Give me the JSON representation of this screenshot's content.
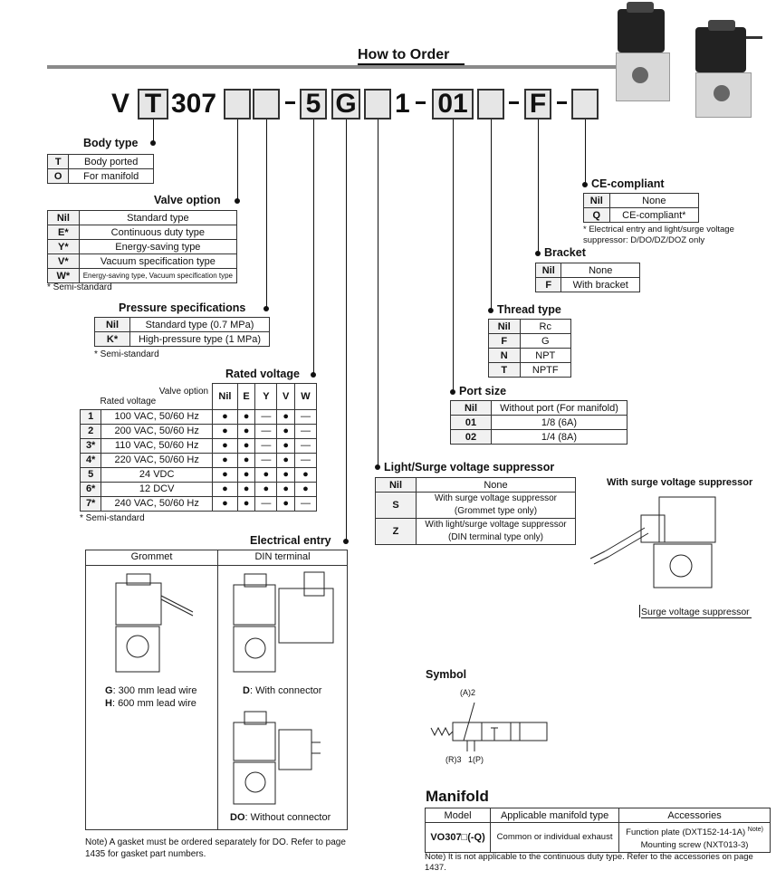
{
  "header": {
    "title": "How to Order"
  },
  "code": {
    "v": "V",
    "t": "T",
    "series": "307",
    "sep1": "-",
    "v5": "5",
    "g": "G",
    "one": "1",
    "sep2": "-",
    "port": "01",
    "sep3": "-",
    "f": "F",
    "sep4": "-"
  },
  "body_type": {
    "title": "Body type",
    "rows": [
      [
        "T",
        "Body ported"
      ],
      [
        "O",
        "For manifold"
      ]
    ]
  },
  "valve_option": {
    "title": "Valve option",
    "rows": [
      [
        "Nil",
        "Standard type"
      ],
      [
        "E*",
        "Continuous duty type"
      ],
      [
        "Y*",
        "Energy-saving type"
      ],
      [
        "V*",
        "Vacuum specification type"
      ],
      [
        "W*",
        "Energy-saving type, Vacuum specification type"
      ]
    ],
    "note": "* Semi-standard"
  },
  "pressure": {
    "title": "Pressure specifications",
    "rows": [
      [
        "Nil",
        "Standard type (0.7 MPa)"
      ],
      [
        "K*",
        "High-pressure type (1 MPa)"
      ]
    ],
    "note": "* Semi-standard"
  },
  "rated_voltage": {
    "title": "Rated voltage",
    "corner_top": "Valve option",
    "corner_bottom": "Rated voltage",
    "cols": [
      "Nil",
      "E",
      "Y",
      "V",
      "W"
    ],
    "rows": [
      [
        "1",
        "100 VAC, 50/60 Hz",
        "●",
        "●",
        "—",
        "●",
        "—"
      ],
      [
        "2",
        "200 VAC, 50/60 Hz",
        "●",
        "●",
        "—",
        "●",
        "—"
      ],
      [
        "3*",
        "110 VAC, 50/60 Hz",
        "●",
        "●",
        "—",
        "●",
        "—"
      ],
      [
        "4*",
        "220 VAC, 50/60 Hz",
        "●",
        "●",
        "—",
        "●",
        "—"
      ],
      [
        "5",
        "24 VDC",
        "●",
        "●",
        "●",
        "●",
        "●"
      ],
      [
        "6*",
        "12 DCV",
        "●",
        "●",
        "●",
        "●",
        "●"
      ],
      [
        "7*",
        "240 VAC, 50/60 Hz",
        "●",
        "●",
        "—",
        "●",
        "—"
      ]
    ],
    "note": "* Semi-standard"
  },
  "electrical_entry": {
    "title": "Electrical entry",
    "col1": "Grommet",
    "col2": "DIN terminal",
    "g_key": "G",
    "g_text": ": 300 mm lead wire",
    "h_key": "H",
    "h_text": ": 600 mm lead wire",
    "d_key": "D",
    "d_text": ": With connector",
    "do_key": "DO",
    "do_text": ": Without connector",
    "note": "Note) A gasket must be ordered separately for DO. Refer to page 1435 for gasket part numbers."
  },
  "light": {
    "title": "Light/Surge voltage suppressor",
    "rows": [
      [
        "Nil",
        "None"
      ],
      [
        "S",
        "With surge voltage suppressor (Grommet type only)"
      ],
      [
        "Z",
        "With light/surge voltage suppressor (DIN terminal type only)"
      ]
    ]
  },
  "port_size": {
    "title": "Port size",
    "rows": [
      [
        "Nil",
        "Without port (For manifold)"
      ],
      [
        "01",
        "1/8 (6A)"
      ],
      [
        "02",
        "1/4 (8A)"
      ]
    ]
  },
  "thread": {
    "title": "Thread type",
    "rows": [
      [
        "Nil",
        "Rc"
      ],
      [
        "F",
        "G"
      ],
      [
        "N",
        "NPT"
      ],
      [
        "T",
        "NPTF"
      ]
    ]
  },
  "bracket": {
    "title": "Bracket",
    "rows": [
      [
        "Nil",
        "None"
      ],
      [
        "F",
        "With bracket"
      ]
    ]
  },
  "ce": {
    "title": "CE-compliant",
    "rows": [
      [
        "Nil",
        "None"
      ],
      [
        "Q",
        "CE-compliant*"
      ]
    ],
    "note": "* Electrical entry and light/surge voltage suppressor: D/DO/DZ/DOZ only"
  },
  "surge": {
    "title": "With surge voltage suppressor",
    "label": "Surge voltage suppressor"
  },
  "symbol": {
    "title": "Symbol",
    "a": "(A)2",
    "r": "(R)3",
    "p": "1(P)"
  },
  "manifold": {
    "title": "Manifold",
    "headers": [
      "Model",
      "Applicable manifold type",
      "Accessories"
    ],
    "model": "VO307□(-Q)",
    "type": "Common or individual exhaust",
    "acc1": "Function plate (DXT152-14-1A)",
    "acc1_note": "Note)",
    "acc2": "Mounting screw (NXT013-3)",
    "note": "Note) It is not applicable to the continuous duty type. Refer to the accessories on page 1437."
  }
}
